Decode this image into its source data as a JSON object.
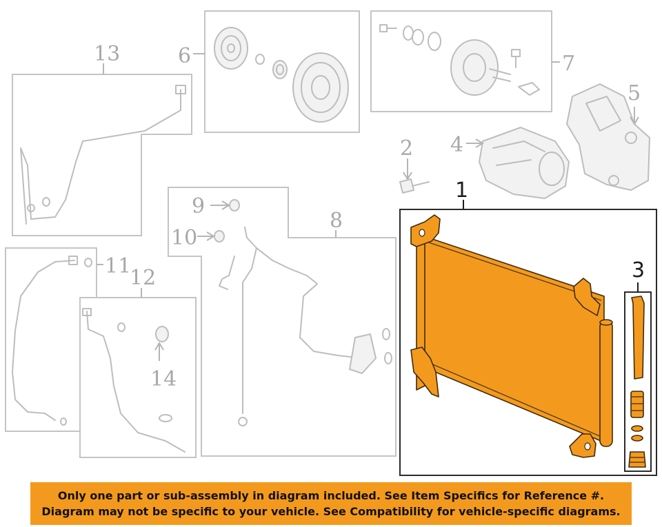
{
  "callouts": {
    "c1": "1",
    "c2": "2",
    "c3": "3",
    "c4": "4",
    "c5": "5",
    "c6": "6",
    "c7": "7",
    "c8": "8",
    "c9": "9",
    "c10": "10",
    "c11": "11",
    "c12": "12",
    "c13": "13",
    "c14": "14"
  },
  "disclaimer": {
    "line1": "Only one part or sub-assembly in diagram included. See Item Specifics for Reference #.",
    "line2": "Diagram may not be specific to your vehicle. See Compatibility for vehicle-specific diagrams."
  },
  "colors": {
    "highlight": "#f39a1e",
    "outline": "#c4c4c4",
    "selected_box": "#2a2a2a"
  }
}
